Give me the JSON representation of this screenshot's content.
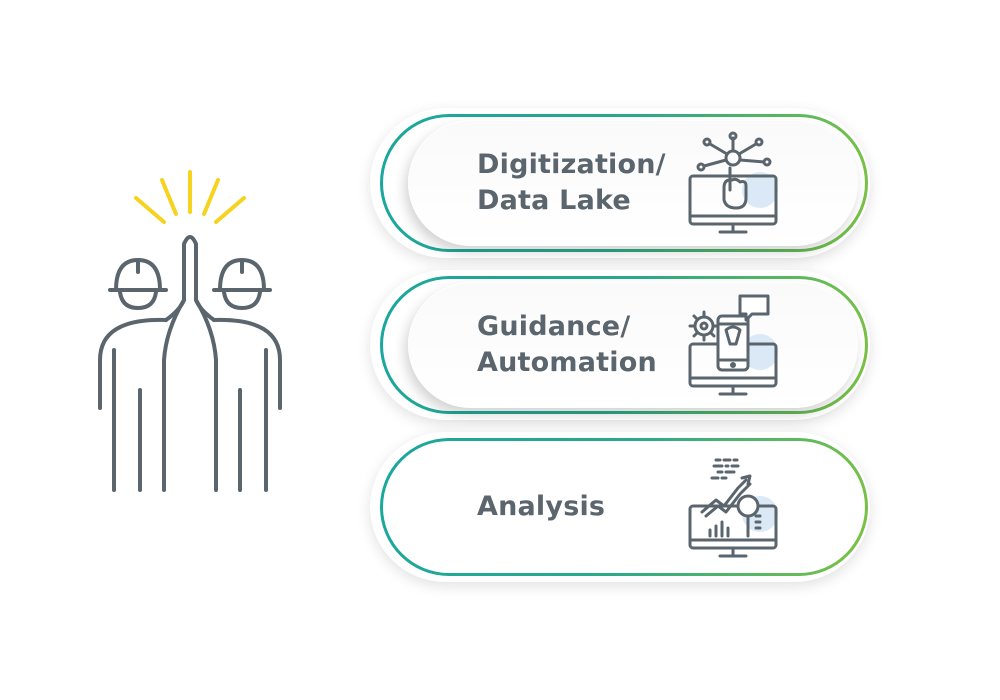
{
  "steps": [
    {
      "line1": "Digitization/",
      "line2": "Data Lake",
      "icon": "touch-network-monitor-icon"
    },
    {
      "line1": "Guidance/",
      "line2": "Automation",
      "icon": "phone-gear-monitor-icon"
    },
    {
      "line1": "Analysis",
      "line2": "",
      "icon": "chart-magnifier-monitor-icon"
    }
  ],
  "colors": {
    "text": "#5b656d",
    "outline": "#5b656d",
    "spark": "#f5d31f",
    "ring_start": "#1aa79e",
    "ring_end": "#7cc242",
    "accent_circle": "#dbe9f7"
  }
}
